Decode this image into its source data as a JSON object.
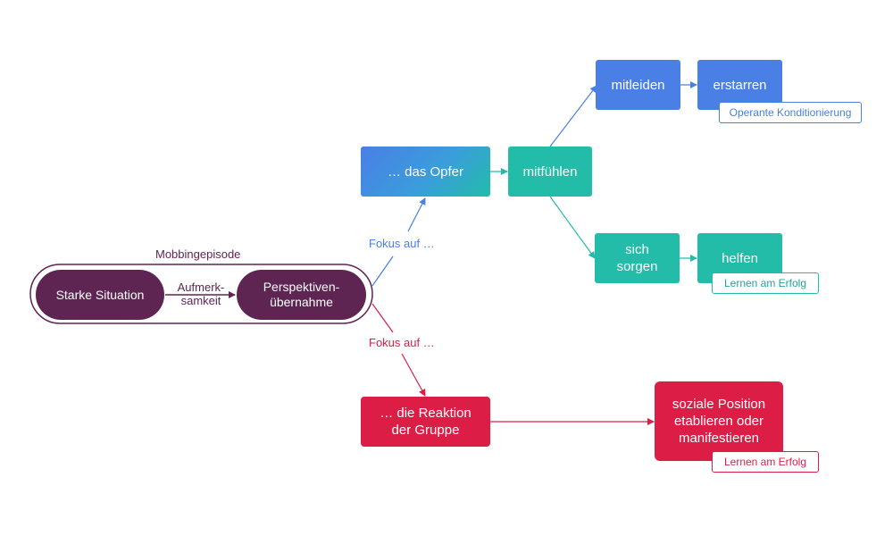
{
  "episode": {
    "title": "Mobbingepisode",
    "start_node": "Starke Situation",
    "arrow_label": "Aufmerk-\nsamkeit",
    "end_node": "Perspektiven-\nübernahme"
  },
  "focus_labels": {
    "upper": "Fokus auf …",
    "lower": "Fokus auf …"
  },
  "nodes": {
    "opfer": "… das Opfer",
    "mitfuehlen": "mitfühlen",
    "mitleiden": "mitleiden",
    "erstarren": "erstarren",
    "sich_sorgen": "sich\nsorgen",
    "helfen": "helfen",
    "reaktion": "… die Reaktion\nder Gruppe",
    "soziale_position": "soziale Position\netablieren oder\nmanifestieren"
  },
  "tags": {
    "operante": "Operante Konditionierung",
    "lernen_helfen": "Lernen am Erfolg",
    "lernen_position": "Lernen am Erfolg"
  },
  "colors": {
    "purple": "#5e2553",
    "blue": "#4a7fe6",
    "teal": "#23bca8",
    "red": "#dc1e46"
  }
}
